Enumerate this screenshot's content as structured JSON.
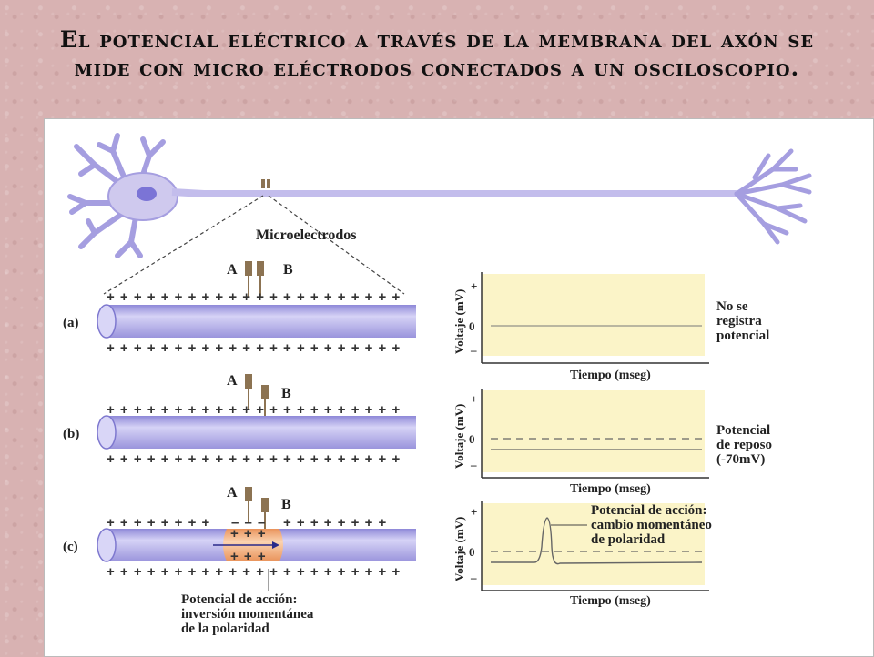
{
  "title": "El potencial eléctrico a través de la membrana del axón se mide con micro eléctrodos conectados a un osciloscopio.",
  "microelectrodes_label": "Microelectrodos",
  "electrode_a": "A",
  "electrode_b": "B",
  "panels": [
    {
      "id": "a",
      "label": "(a)",
      "outside_charges": "+ + + + + + + + + + + + + + + + + + + + + +",
      "inside_charges": "+ + + + + + + + + + + + + + + + + + + + + +",
      "y_axis_label": "Voltaje (mV)",
      "y_plus": "+",
      "y_zero": "0",
      "y_minus": "–",
      "x_axis_label": "Tiempo (mseg)",
      "note_lines": [
        "No se",
        "registra",
        "potencial"
      ]
    },
    {
      "id": "b",
      "label": "(b)",
      "outside_charges": "+ + + + + + + + + + + + + + + + + + + + + +",
      "inside_charges": "+ + + + + + + + + + + + + + + + + + + + + +",
      "y_axis_label": "Voltaje (mV)",
      "y_plus": "+",
      "y_zero": "0",
      "y_minus": "–",
      "x_axis_label": "Tiempo (mseg)",
      "note_lines": [
        "Potencial",
        "de reposo",
        "(-70mV)"
      ]
    },
    {
      "id": "c",
      "label": "(c)",
      "outside_charges_left": "+ + + + + + + +",
      "outside_charges_mid": "– – –",
      "outside_charges_right": "+ + + + + + + +",
      "depolarized_top": "+ + +",
      "depolarized_bottom": "+ + +",
      "inside_charges": "+ + + + + + + + + + + + + + + + + + + + + +",
      "y_axis_label": "Voltaje (mV)",
      "y_plus": "+",
      "y_zero": "0",
      "y_minus": "–",
      "x_axis_label": "Tiempo (mseg)",
      "note_lines": [
        "Potencial de acción:",
        "cambio momentáneo",
        "de polaridad"
      ],
      "bottom_note_lines": [
        "Potencial de acción:",
        "inversión momentánea",
        "de la polaridad"
      ]
    }
  ],
  "colors": {
    "background": "#d8b2b2",
    "axon_fill": "#b8b4e8",
    "neuron_fill": "#cfc9ee",
    "nucleus": "#7b74d6",
    "scope_fill": "#fbf4c8",
    "depolarized": "#f3b07a",
    "electrode": "#8c7352"
  }
}
